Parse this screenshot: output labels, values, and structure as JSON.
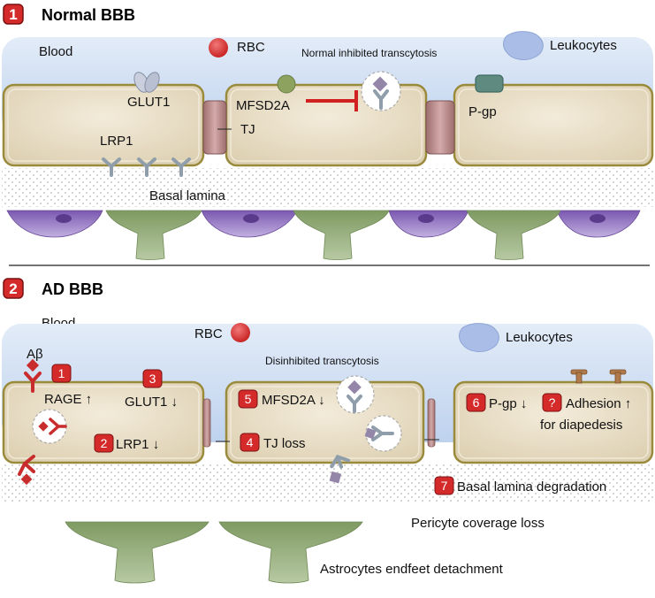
{
  "panel1": {
    "number": "1",
    "title": "Normal BBB",
    "labels": {
      "blood": "Blood",
      "rbc": "RBC",
      "transcytosis": "Normal inhibited  transcytosis",
      "leukocytes": "Leukocytes",
      "glut1": "GLUT1",
      "mfsd2a": "MFSD2A",
      "pgp": "P-gp",
      "lrp1": "LRP1",
      "tj": "TJ",
      "basal_lamina": "Basal lamina"
    }
  },
  "panel2": {
    "number": "2",
    "title": "AD BBB",
    "labels": {
      "blood": "Blood",
      "rbc": "RBC",
      "leukocytes": "Leukocytes",
      "transcytosis": "Disinhibited transcytosis",
      "abeta": "Aβ",
      "rage": "RAGE ↑",
      "glut1": "GLUT1 ↓",
      "lrp1": "LRP1 ↓",
      "mfsd2a": "MFSD2A ↓",
      "tj_loss": "TJ loss",
      "pgp": "P-gp ↓",
      "adhesion": "Adhesion ↑",
      "diapedesis": "for diapedesis",
      "basal_lamina": "Basal lamina degradation",
      "pericyte": "Pericyte coverage loss",
      "astrocyte": "Astrocytes endfeet detachment"
    },
    "badges": {
      "rage": "1",
      "lrp1": "2",
      "glut1": "3",
      "tj": "4",
      "mfsd2a": "5",
      "pgp": "6",
      "adhesion": "?",
      "basal": "7"
    }
  },
  "colors": {
    "badge_red": "#d52a2a",
    "blood_blue": "#c9d9f0",
    "cell_fill": "#e8dcc3",
    "cell_border": "#9a8a3c",
    "tight_junction": "#b88a8a",
    "pericyte_purple": "#8a6ab8",
    "astrocyte_green": "#9bb27f",
    "receptor_gray": "#8f9eaa",
    "inhibition_red": "#d02020"
  },
  "icons": {
    "rbc": "red-blood-cell-icon",
    "leukocyte": "leukocyte-blob-icon",
    "receptor": "y-receptor-icon",
    "abeta": "amyloid-beta-diamond-icon"
  }
}
